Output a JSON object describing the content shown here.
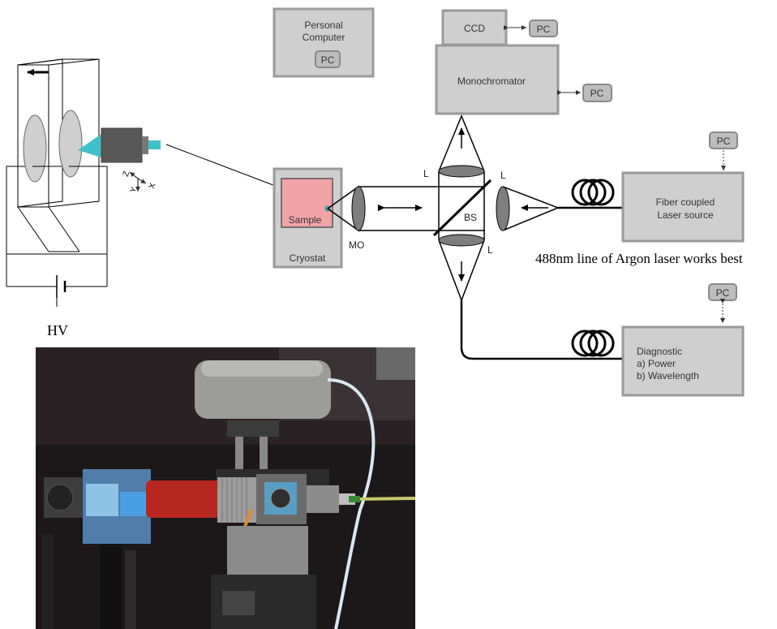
{
  "boxes": {
    "personal_computer": {
      "line1": "Personal",
      "line2": "Computer",
      "pc": "PC"
    },
    "ccd": {
      "label": "CCD",
      "pc": "PC"
    },
    "monochromator": {
      "label": "Monochromator",
      "pc": "PC"
    },
    "laser_source": {
      "line1": "Fiber coupled",
      "line2": "Laser source",
      "pc": "PC"
    },
    "diagnostic": {
      "line1": "Diagnostic",
      "line2": "a) Power",
      "line3": "b) Wavelength",
      "pc": "PC"
    },
    "cryostat": {
      "label": "Cryostat",
      "sample": "Sample"
    }
  },
  "optics": {
    "mo": "MO",
    "lens_top": "L",
    "lens_right": "L",
    "lens_bottom": "L",
    "beam_splitter": "BS"
  },
  "caption_laser": "488nm line of Argon laser works best",
  "sample_holder": {
    "hv": "HV",
    "axis_z": "Z",
    "axis_x": "X",
    "axis_y": "Y"
  },
  "colors": {
    "box_fill": "#cfcfcf",
    "box_border": "#9a9a9a",
    "sample_fill": "#f2a3a6",
    "lens_fill": "#7e7e7e",
    "objective_tip": "#3fc1c9",
    "photo_background": "#1c1718"
  },
  "photo": {
    "description_icon": "lab-setup-photo"
  }
}
